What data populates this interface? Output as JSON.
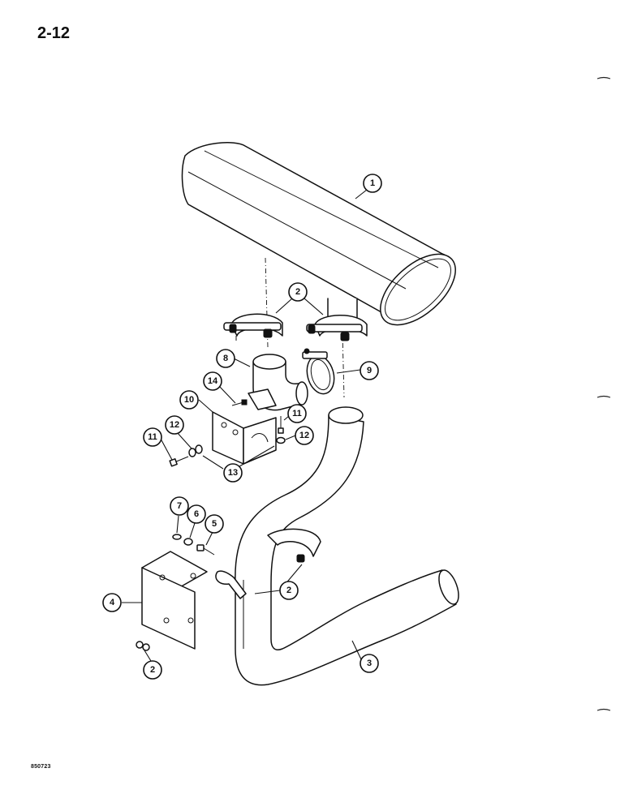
{
  "page_number": "2-12",
  "figure_code": "850723",
  "callouts": [
    {
      "id": "callout-1",
      "label": "1"
    },
    {
      "id": "callout-2-upper",
      "label": "2"
    },
    {
      "id": "callout-8",
      "label": "8"
    },
    {
      "id": "callout-9",
      "label": "9"
    },
    {
      "id": "callout-14",
      "label": "14"
    },
    {
      "id": "callout-10",
      "label": "10"
    },
    {
      "id": "callout-11-right",
      "label": "11"
    },
    {
      "id": "callout-12-right",
      "label": "12"
    },
    {
      "id": "callout-12-left",
      "label": "12"
    },
    {
      "id": "callout-11-left",
      "label": "11"
    },
    {
      "id": "callout-13",
      "label": "13"
    },
    {
      "id": "callout-7",
      "label": "7"
    },
    {
      "id": "callout-6",
      "label": "6"
    },
    {
      "id": "callout-5",
      "label": "5"
    },
    {
      "id": "callout-2-middle",
      "label": "2"
    },
    {
      "id": "callout-4",
      "label": "4"
    },
    {
      "id": "callout-3",
      "label": "3"
    },
    {
      "id": "callout-2-lower",
      "label": "2"
    }
  ]
}
